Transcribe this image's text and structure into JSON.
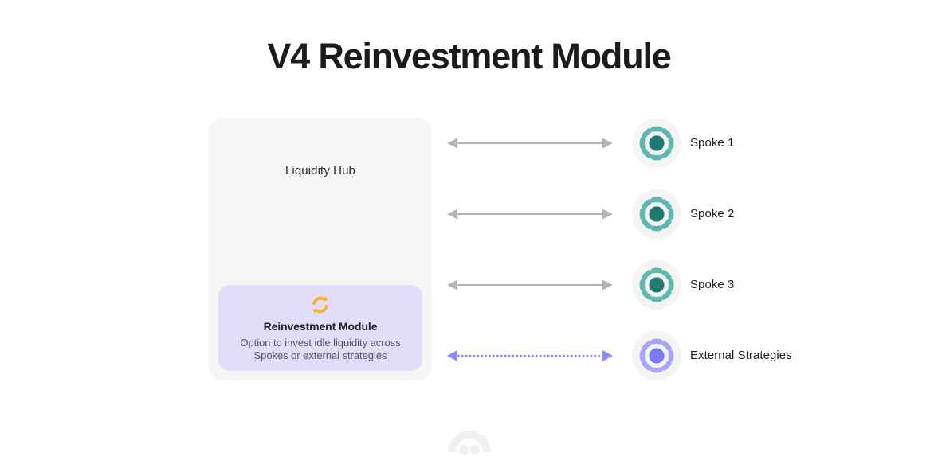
{
  "page": {
    "title": "V4 Reinvestment Module",
    "background": "#ffffff"
  },
  "hub": {
    "label": "Liquidity Hub",
    "logo_icon": "double-hexagon-logo-icon",
    "logo_colors": {
      "back_hexagon": "#4da3f2",
      "front_hexagon": "#2680eb"
    },
    "card_background": "#f5f5f5",
    "module": {
      "icon": "refresh-cycle-icon",
      "icon_color": "#f9b024",
      "title": "Reinvestment Module",
      "description": "Option to invest idle liquidity across Spokes or external strategies",
      "background": "#e3ddf9"
    }
  },
  "connections": [
    {
      "arrow_name": "bidirectional-arrow-solid",
      "style": "solid",
      "color": "#b5b5b8",
      "node": {
        "label": "Spoke 1",
        "icon": "spoke-ring-icon",
        "icon_color": "#5fb8b0",
        "icon_center_color": "#1f7a74",
        "bubble_color": "#f4f4f5"
      }
    },
    {
      "arrow_name": "bidirectional-arrow-solid",
      "style": "solid",
      "color": "#b5b5b8",
      "node": {
        "label": "Spoke 2",
        "icon": "spoke-ring-icon",
        "icon_color": "#5fb8b0",
        "icon_center_color": "#1f7a74",
        "bubble_color": "#f4f4f5"
      }
    },
    {
      "arrow_name": "bidirectional-arrow-solid",
      "style": "solid",
      "color": "#b5b5b8",
      "node": {
        "label": "Spoke 3",
        "icon": "spoke-ring-icon",
        "icon_color": "#5fb8b0",
        "icon_center_color": "#1f7a74",
        "bubble_color": "#f4f4f5"
      }
    },
    {
      "arrow_name": "bidirectional-arrow-dotted",
      "style": "dotted",
      "color": "#8b8bf0",
      "node": {
        "label": "External Strategies",
        "icon": "spoke-ring-icon",
        "icon_color": "#a9a6f7",
        "icon_center_color": "#7d79ef",
        "bubble_color": "#f4f4f5"
      }
    }
  ],
  "watermark": {
    "icon": "arch-dots-watermark-icon",
    "color": "#f1f1f2"
  }
}
